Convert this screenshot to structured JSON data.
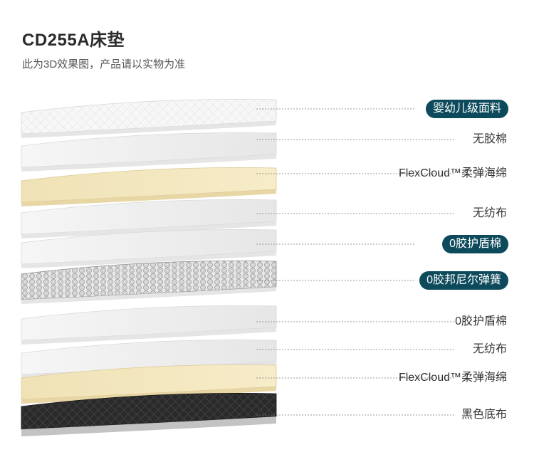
{
  "header": {
    "title": "CD255A床垫",
    "subtitle": "此为3D效果图，产品请以实物为准"
  },
  "colors": {
    "badge_bg": "#0d4a5c",
    "leader_line": "#777777",
    "foam_cream": "#f1e3b8",
    "white_layer": "#f2f2f2",
    "base_black": "#2a2a2a"
  },
  "layers": [
    {
      "label": "婴幼儿级面料",
      "highlight": true,
      "kind": "quilted"
    },
    {
      "label": "无胶棉",
      "highlight": false,
      "kind": "white"
    },
    {
      "label": "FlexCloud™柔弹海绵",
      "highlight": false,
      "kind": "cream"
    },
    {
      "label": "无纺布",
      "highlight": false,
      "kind": "white"
    },
    {
      "label": "0胶护盾棉",
      "highlight": true,
      "kind": "white"
    },
    {
      "label": "0胶邦尼尔弹簧",
      "highlight": true,
      "kind": "spring"
    },
    {
      "label": "0胶护盾棉",
      "highlight": false,
      "kind": "white"
    },
    {
      "label": "无纺布",
      "highlight": false,
      "kind": "white"
    },
    {
      "label": "FlexCloud™柔弹海绵",
      "highlight": false,
      "kind": "cream"
    },
    {
      "label": "黑色底布",
      "highlight": false,
      "kind": "base"
    }
  ]
}
